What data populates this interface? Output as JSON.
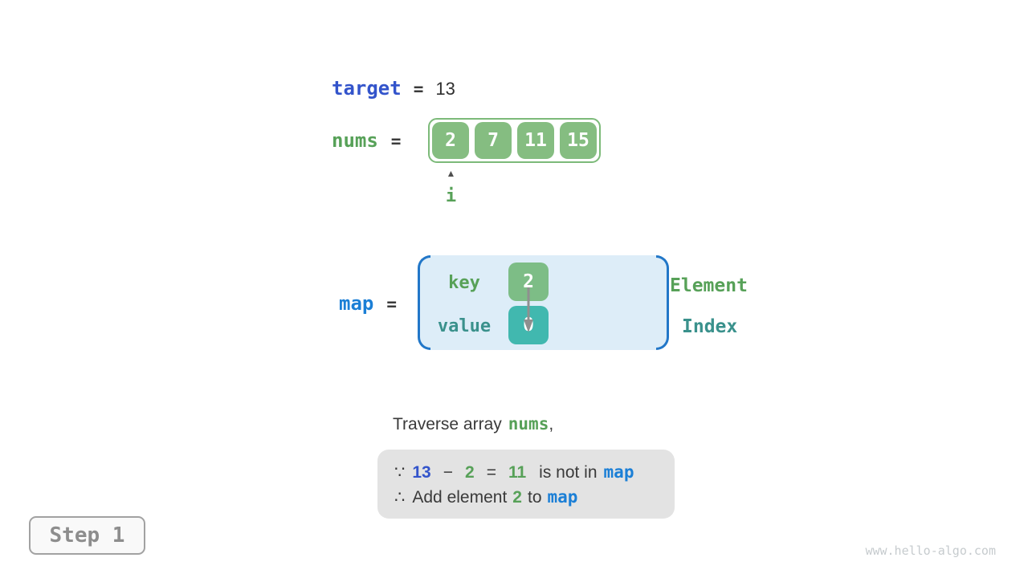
{
  "figure": {
    "target": {
      "label": "target",
      "equals": "=",
      "value": "13"
    },
    "nums": {
      "label": "nums",
      "equals": "=",
      "cells": [
        "2",
        "7",
        "11",
        "15"
      ],
      "pointer": {
        "icon": "▲",
        "label": "i"
      }
    },
    "map": {
      "label": "map",
      "equals": "=",
      "rows": [
        {
          "label": "key",
          "value": "2"
        },
        {
          "label": "value",
          "value": "0"
        }
      ],
      "legend": {
        "top": "Element",
        "bottom": "Index"
      }
    },
    "caption": {
      "text": "Traverse array",
      "highlight": "nums",
      "suffix": ","
    },
    "note": {
      "line1": {
        "sym": "∵",
        "a": "13",
        "op1": "−",
        "b": "2",
        "op2": "=",
        "c": "11",
        "text": "is not in",
        "ref": "map"
      },
      "line2": {
        "sym": "∴",
        "t1": "Add element",
        "b": "2",
        "t2": "to",
        "ref": "map"
      }
    },
    "step": "Step 1",
    "watermark": "www.hello-algo.com"
  },
  "colors": {
    "target_blue": "#3354cb",
    "map_blue": "#1b7fd6",
    "green_text": "#57a158",
    "teal_text": "#3a918c",
    "array_cell_green": "#85bd81",
    "key_cell_green": "#7dbd86",
    "value_cell_teal": "#41b8af",
    "map_box_fill": "#ddedf8",
    "map_bracket_blue": "#2277c8",
    "note_box_gray": "#e3e3e3",
    "step_gray": "#8d8d8d"
  }
}
